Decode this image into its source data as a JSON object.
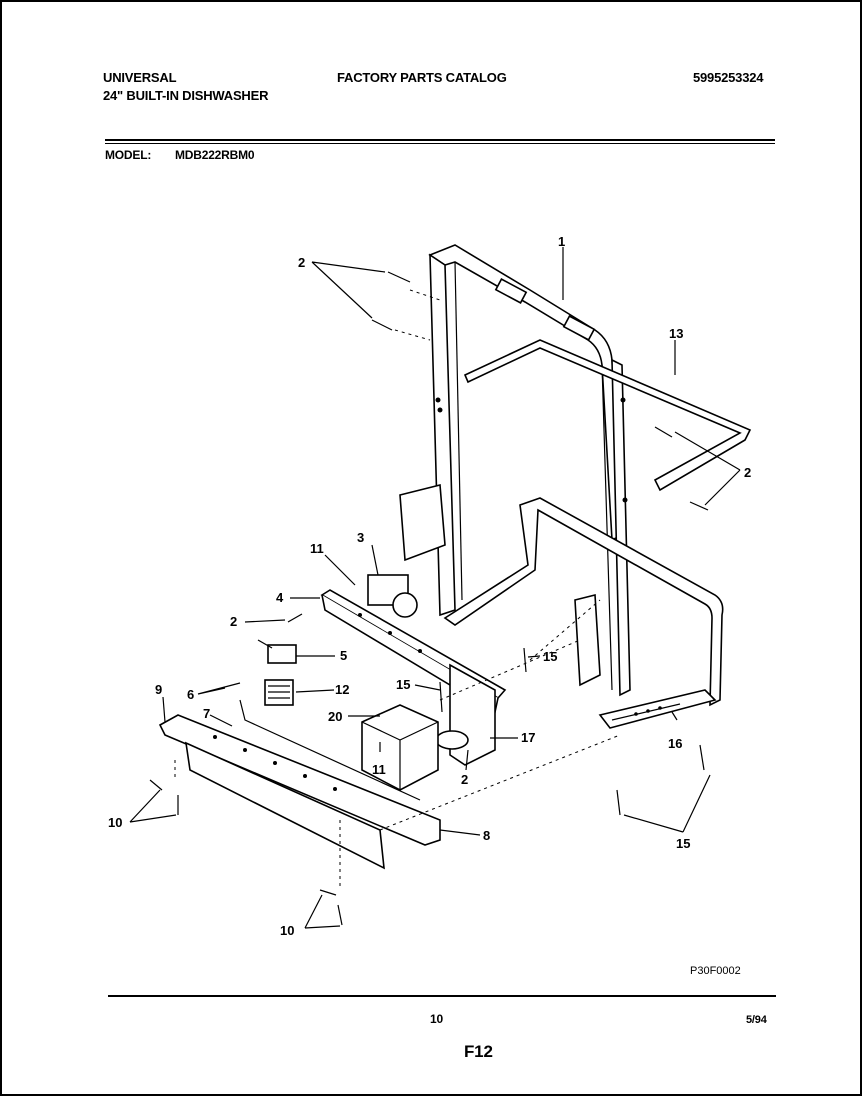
{
  "header": {
    "brand": "UNIVERSAL",
    "product": "24\" BUILT-IN DISHWASHER",
    "catalog_title": "FACTORY PARTS CATALOG",
    "catalog_number": "5995253324",
    "model_label": "MODEL:",
    "model_value": "MDB222RBM0"
  },
  "diagram": {
    "callouts": {
      "c1": "1",
      "c2a": "2",
      "c2b": "2",
      "c2c": "2",
      "c2d": "2",
      "c3": "3",
      "c4": "4",
      "c5": "5",
      "c6": "6",
      "c7": "7",
      "c8": "8",
      "c9": "9",
      "c10a": "10",
      "c10b": "10",
      "c11a": "11",
      "c11b": "11",
      "c12": "12",
      "c13": "13",
      "c15a": "15",
      "c15b": "15",
      "c15c": "15",
      "c16": "16",
      "c17": "17",
      "c20": "20"
    },
    "drawing_code": "P30F0002"
  },
  "footer": {
    "page_number": "10",
    "date": "5/94",
    "figure": "F12"
  }
}
